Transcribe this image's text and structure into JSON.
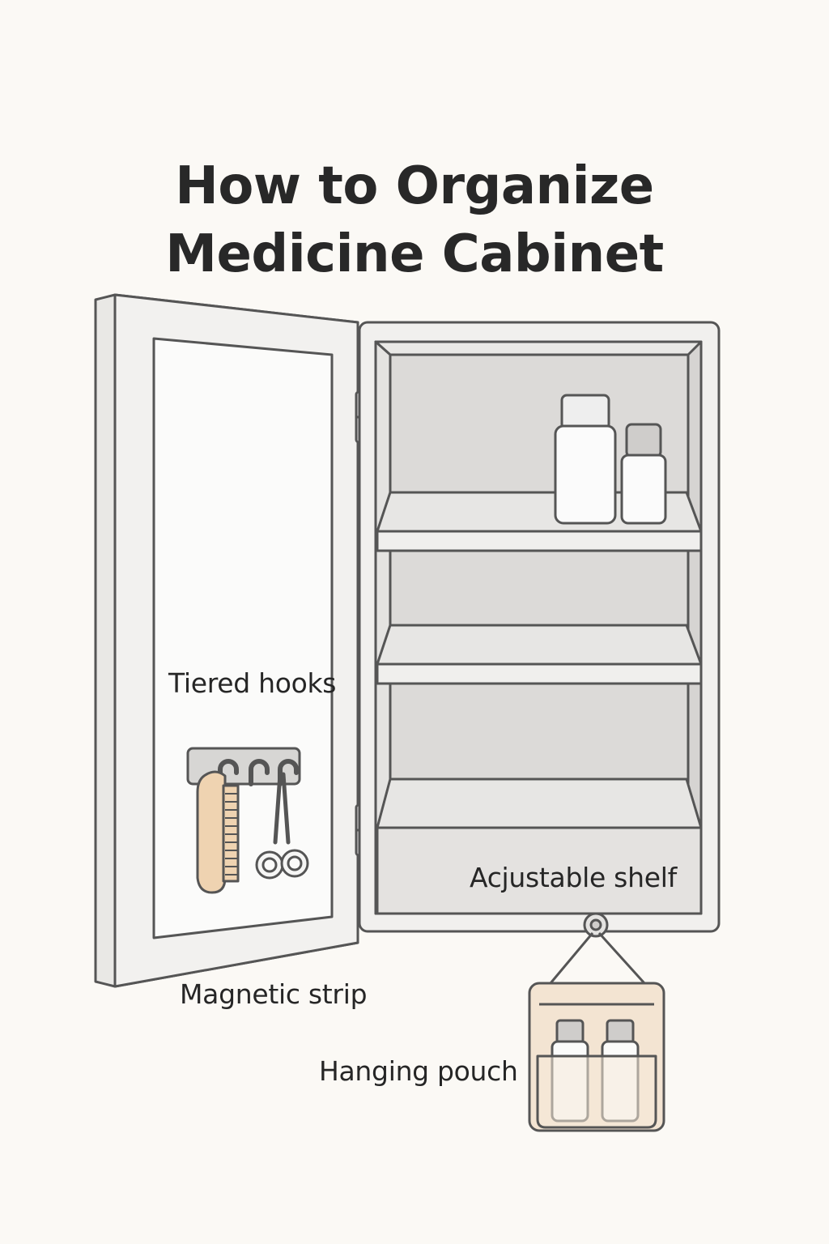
{
  "title": {
    "line1": "How to Organize",
    "line2": "Medicine Cabinet"
  },
  "labels": {
    "tiered_hooks": "Tiered hooks",
    "adjustable_shelf": "Acjustable shelf",
    "magnetic_strip": "Magnetic strip",
    "hanging_pouch": "Hanging pouch"
  },
  "icons": {
    "cabinet": "medicine-cabinet-icon",
    "door": "mirror-door-icon",
    "hooks": "hook-rack-icon",
    "comb": "comb-icon",
    "scissors": "scissors-icon",
    "bottle": "bottle-icon",
    "pouch": "hanging-pouch-icon"
  },
  "colors": {
    "background": "#fbf9f5",
    "outline": "#555555",
    "cabinet_fill": "#f1f0ee",
    "interior_fill": "#dcdad8",
    "comb": "#efd3b1",
    "pouch": "#f3e4d2",
    "text": "#262626"
  }
}
